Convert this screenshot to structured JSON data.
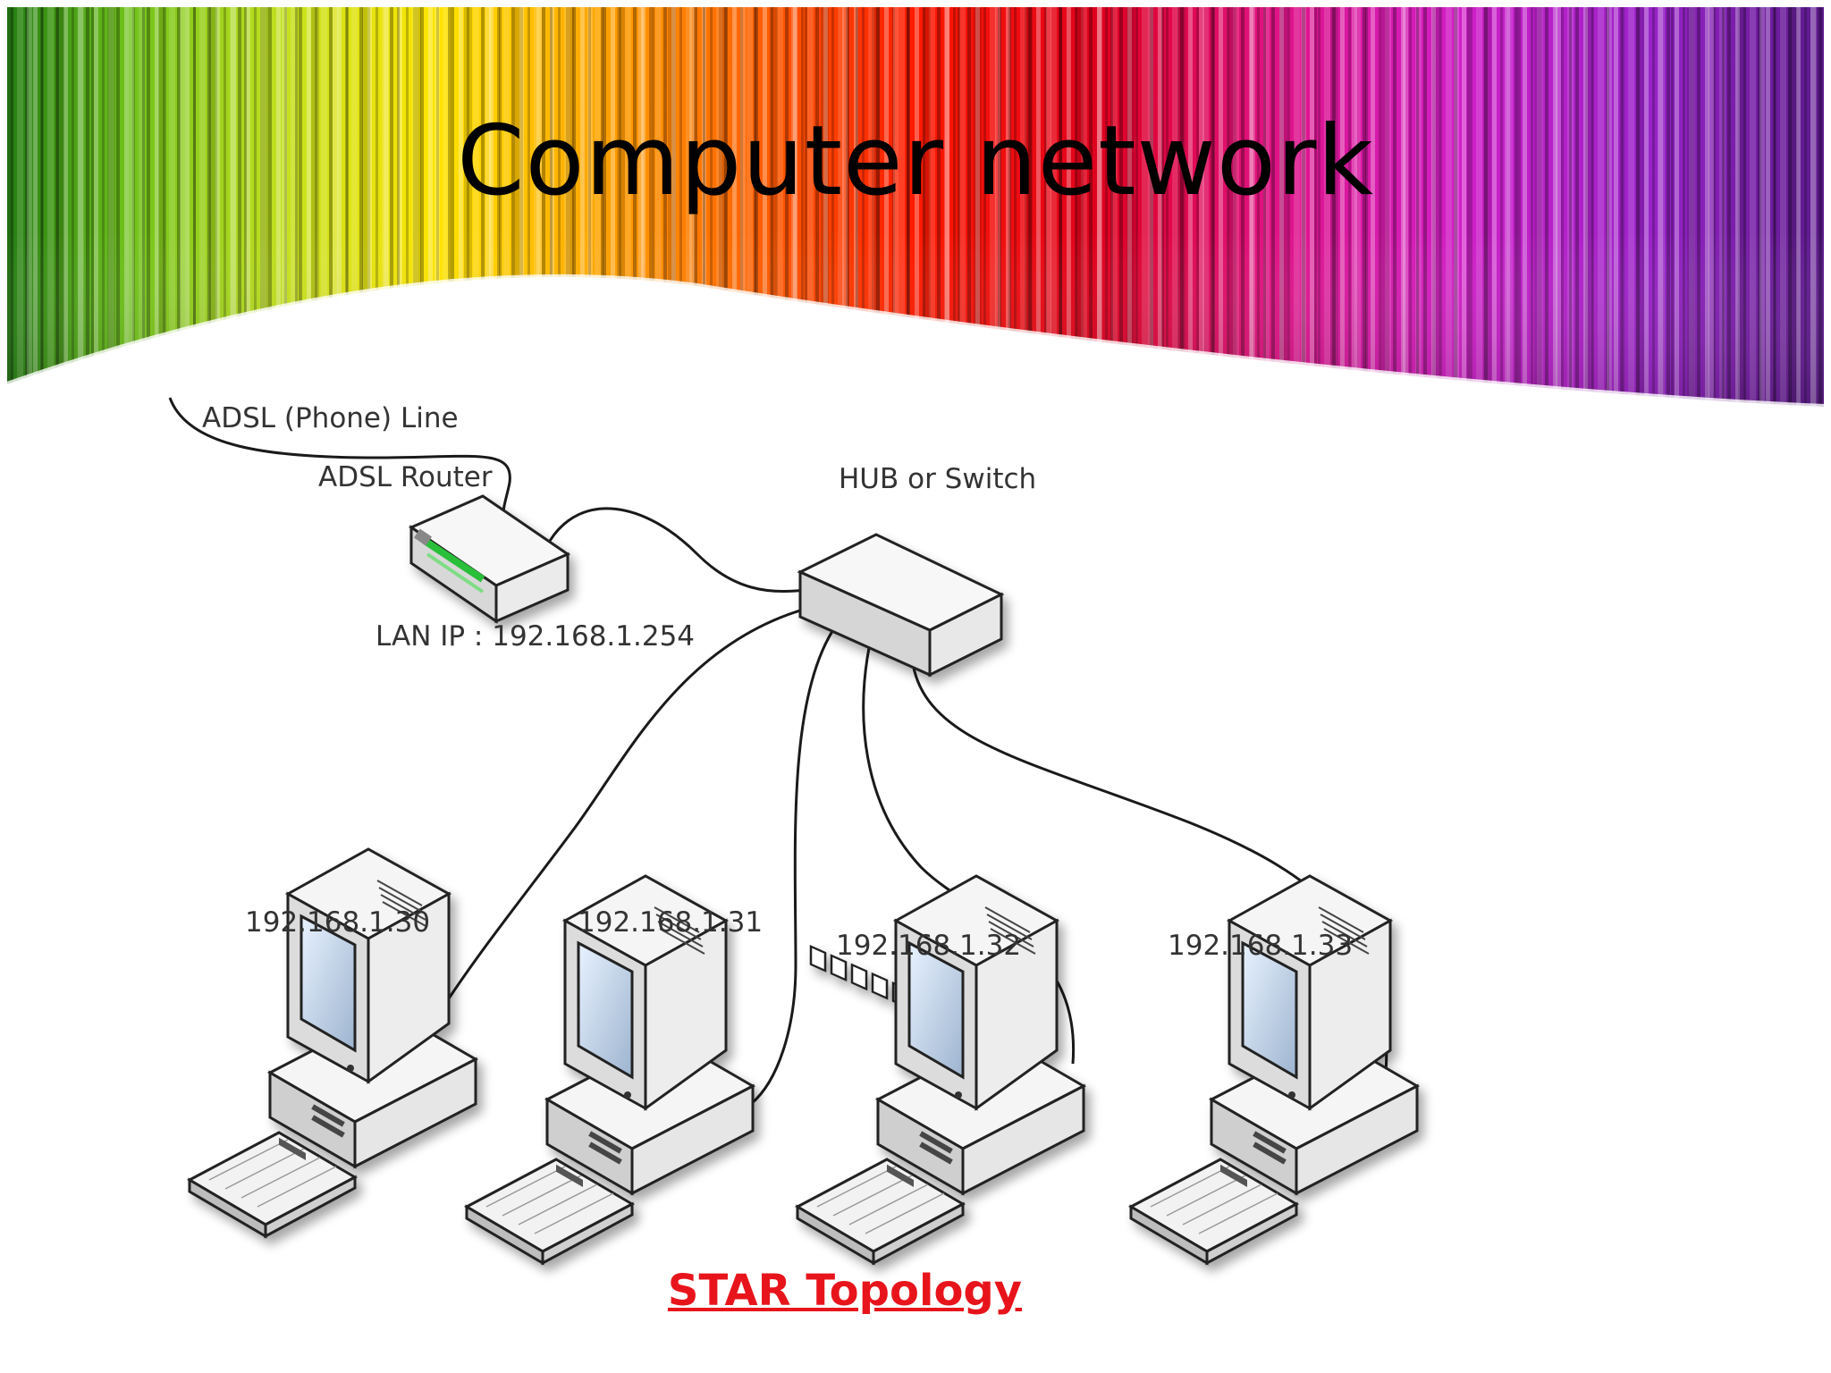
{
  "title": "Computer network",
  "caption": "STAR Topology",
  "labels": {
    "adsl_line": "ADSL (Phone) Line",
    "adsl_router": "ADSL Router",
    "lan_ip": "LAN IP : 192.168.1.254",
    "hub": "HUB or Switch"
  },
  "computers": [
    {
      "ip": "192.168.1.30"
    },
    {
      "ip": "192.168.1.31"
    },
    {
      "ip": "192.168.1.32"
    },
    {
      "ip": "192.168.1.33"
    }
  ],
  "colors": {
    "caption": "#e8141b",
    "cable": "#1a1a1a"
  }
}
